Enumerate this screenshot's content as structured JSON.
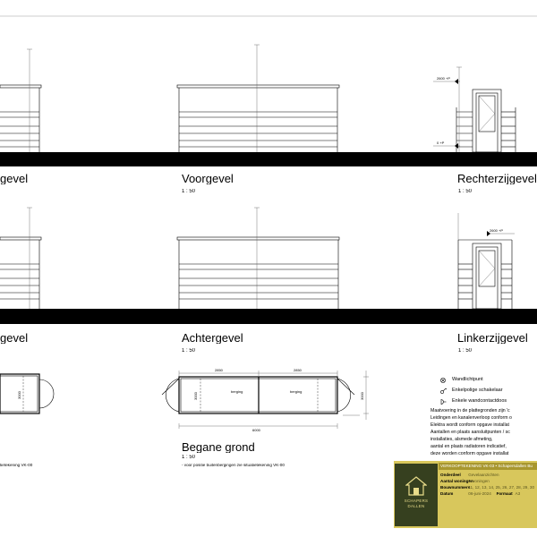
{
  "views": {
    "top_left": {
      "title": "gevel"
    },
    "voorgevel": {
      "title": "Voorgevel",
      "scale": "1 : 50"
    },
    "rechterzijgevel": {
      "title": "Rechterzijgevel",
      "scale": "1 : 50",
      "level_top": "2600 +P",
      "level_bottom": "0 +P"
    },
    "middle_left": {
      "title": "gevel"
    },
    "achtergevel": {
      "title": "Achtergevel",
      "scale": "1 : 50"
    },
    "linkerzijgevel": {
      "title": "Linkerzijgevel",
      "scale": "1 : 50",
      "level_top": "2600 +P"
    },
    "plan_left": {
      "dimension": "3000",
      "note": "tietekening VK-00"
    },
    "begane_grond": {
      "title": "Begane grond",
      "scale": "1 : 50",
      "note": "- voor positie buitenbergingen zie situatietekening VK-00",
      "rooms": [
        "berging",
        "berging"
      ],
      "room_widths": [
        "2850",
        "2850"
      ],
      "total_width": "6000",
      "depth_left": "3000",
      "depth_right": "3000"
    }
  },
  "legend": {
    "items": [
      {
        "icon": "wall-light-icon",
        "label": "Wandlichtpunt"
      },
      {
        "icon": "single-pole-switch-icon",
        "label": "Enkelpolige schakelaar"
      },
      {
        "icon": "wall-socket-icon",
        "label": "Enkele wandcontactdoos"
      }
    ]
  },
  "notes": [
    "Maatvoering in de plattegronden zijn 'c",
    "Leidingen en kanalenverloop conform o",
    "Elektra wordt conform opgave installat",
    "Aantallen en plaats aansluitpunten / sc",
    "installaties, alsmede afmeting,",
    "aantal en plaats radiatoren indicatief,",
    "deze worden conform opgave installat"
  ],
  "title_block": {
    "header": "VERKOOPTEKENING VK-03 • Schapersdallen Bu",
    "logo_text": [
      "SCHAPERS",
      "DALLEN"
    ],
    "rows": [
      {
        "label": "Onderdeel",
        "value": "Gevelaanzichten"
      },
      {
        "label": "Aantal woningen",
        "value": "6 woningen"
      },
      {
        "label": "Bouwnummers",
        "value": "11, 12, 13, 14, 25, 26, 27, 28, 29, 30"
      },
      {
        "label": "Datum",
        "value": "06-juni-2024",
        "label2": "Formaat",
        "value2": "A3"
      }
    ],
    "colors": {
      "background": "#d8c75c",
      "header": "#a8972f",
      "logo": "#36401f"
    }
  }
}
